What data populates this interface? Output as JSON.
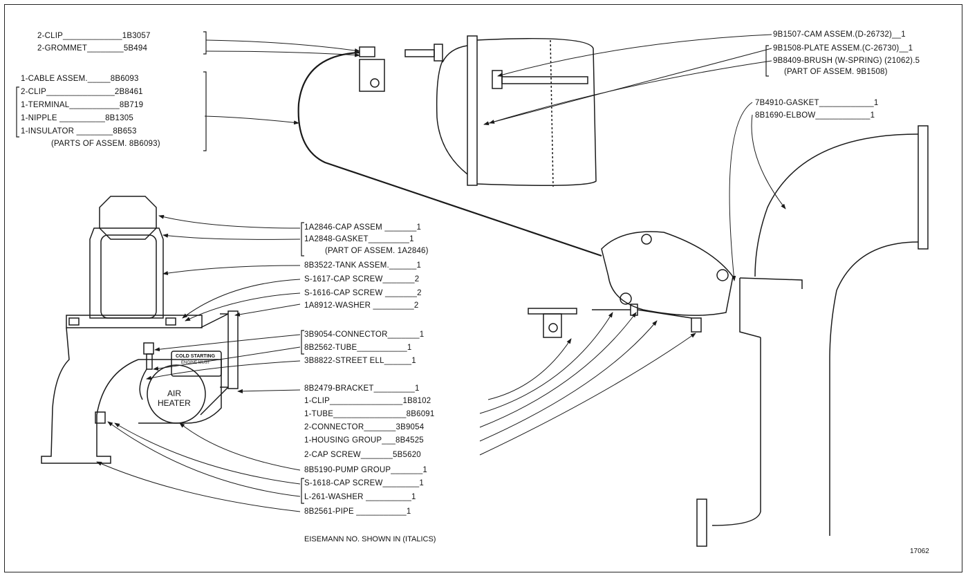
{
  "top_left_group": {
    "l1": "2-CLIP_____________1B3057",
    "l2": "2-GROMMET________5B494"
  },
  "cable_group": {
    "l1": "1-CABLE ASSEM._____8B6093",
    "l2": "2-CLIP_______________2B8461",
    "l3": "1-TERMINAL___________8B719",
    "l4": "1-NIPPLE __________8B1305",
    "l5": "1-INSULATOR ________8B653",
    "l6": "(PARTS OF ASSEM. 8B6093)"
  },
  "top_right_group": {
    "l1": "9B1507-CAM ASSEM.(D-26732)__1",
    "l2": "9B1508-PLATE ASSEM.(C-26730)__1",
    "l3": "9B8409-BRUSH (W-SPRING) (21062).5",
    "l4": "(PART OF ASSEM. 9B1508)"
  },
  "elbow_group": {
    "l1": "7B4910-GASKET____________1",
    "l2": "8B1690-ELBOW____________1"
  },
  "middle_group": {
    "l1": "1A2846-CAP ASSEM _______1",
    "l2": "1A2848-GASKET_________1",
    "l3": "(PART OF ASSEM. 1A2846)",
    "l4": "8B3522-TANK ASSEM.______1",
    "l5": "S-1617-CAP SCREW_______2",
    "l6": "S-1616-CAP SCREW _______2",
    "l7": "1A8912-WASHER _________2",
    "l8": "3B9054-CONNECTOR_______1",
    "l9": "8B2562-TUBE___________1",
    "l10": "3B8822-STREET ELL______1",
    "l11": "8B2479-BRACKET_________1",
    "l12": "1-CLIP________________1B8102",
    "l13": "1-TUBE________________8B6091",
    "l14": "2-CONNECTOR_______3B9054",
    "l15": "1-HOUSING GROUP___8B4525",
    "l16": "2-CAP SCREW_______5B5620",
    "l17": "8B5190-PUMP GROUP_______1",
    "l18": "S-1618-CAP SCREW________1",
    "l19": "L-261-WASHER __________1",
    "l20": "8B2561-PIPE ___________1"
  },
  "heater_labels": {
    "plate_line1": "COLD STARTING",
    "plate_line2": "ENGINE MUST",
    "air": "AIR",
    "heater": "HEATER"
  },
  "footer": {
    "note": "EISEMANN NO. SHOWN IN (ITALICS)",
    "figure_number": "17062"
  }
}
